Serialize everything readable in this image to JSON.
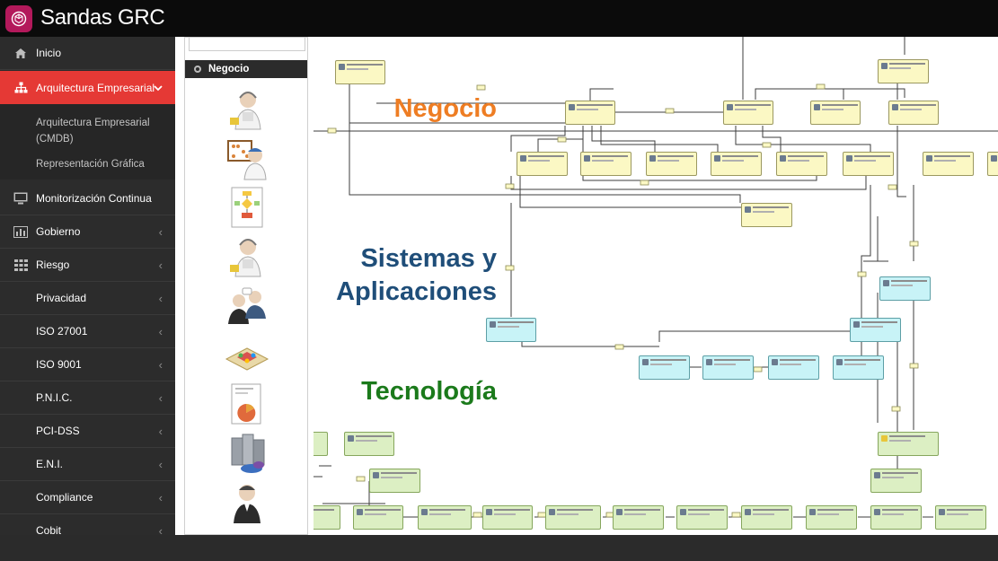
{
  "app": {
    "title": "Sandas GRC",
    "logo_icon": "cube-logo-icon",
    "brand_color": "#b3195b"
  },
  "sidebar": {
    "items": [
      {
        "label": "Inicio",
        "icon": "home-icon"
      },
      {
        "label": "Arquitectura Empresarial",
        "icon": "sitemap-icon",
        "active": true
      },
      {
        "label": "Monitorización Continua",
        "icon": "monitor-icon"
      },
      {
        "label": "Gobierno",
        "icon": "chart-icon"
      },
      {
        "label": "Riesgo",
        "icon": "grid-icon"
      },
      {
        "label": "Privacidad"
      },
      {
        "label": "ISO 27001"
      },
      {
        "label": "ISO 9001"
      },
      {
        "label": "P.N.I.C."
      },
      {
        "label": "PCI-DSS"
      },
      {
        "label": "E.N.I."
      },
      {
        "label": "Compliance"
      },
      {
        "label": "Cobit"
      }
    ],
    "submenu": [
      {
        "label_line1": "Arquitectura Empresarial",
        "label_line2": "(CMDB)"
      },
      {
        "label": "Representación Gráfica"
      }
    ],
    "active_color": "#e53935"
  },
  "palette": {
    "header": "Negocio",
    "icons": [
      "person-headset-icon",
      "person-abacus-icon",
      "process-flowchart-icon",
      "person-headset-icon",
      "people-meeting-icon",
      "board-game-icon",
      "report-chart-icon",
      "servers-icon",
      "person-icon"
    ]
  },
  "diagram": {
    "layers": [
      {
        "label": "Negocio",
        "color": "#ee7d23"
      },
      {
        "label_line1": "Sistemas y",
        "label_line2": "Aplicaciones",
        "color": "#1f4e79"
      },
      {
        "label": "Tecnología",
        "color": "#1b7a1b"
      }
    ]
  }
}
